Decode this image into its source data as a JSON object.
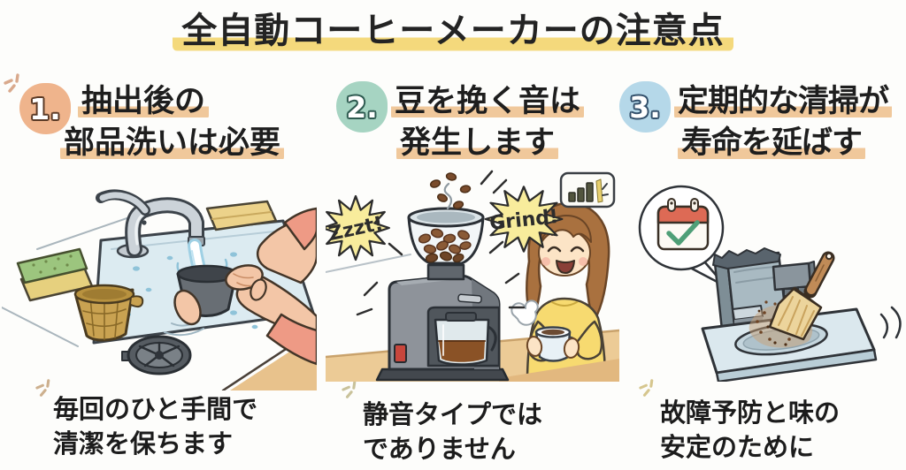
{
  "page": {
    "title": "全自動コーヒーメーカーの注意点"
  },
  "sections": [
    {
      "number": "1.",
      "heading_lines": [
        "抽出後の",
        "部品洗いは必要"
      ],
      "caption_lines": [
        "毎回のひと手間で",
        "清潔を保ちます"
      ],
      "illustration": "washing-parts-in-sink"
    },
    {
      "number": "2.",
      "heading_lines": [
        "豆を挽く音は",
        "発生します"
      ],
      "caption_lines": [
        "静音タイプでは",
        "でありません"
      ],
      "sound_bubbles": [
        "Zzzt!",
        "Grind!"
      ],
      "illustration": "grinder-noise-with-woman"
    },
    {
      "number": "3.",
      "heading_lines": [
        "定期的な清掃が",
        "寿命を延ばす"
      ],
      "caption_lines": [
        "故障予防と味の",
        "安定のために"
      ],
      "illustration": "brush-cleaning-machine"
    }
  ],
  "icons": {
    "volume": "volume-bars-icon",
    "calendar": "calendar-check-icon",
    "sparkle": "sparkle-icon"
  },
  "colors": {
    "title_highlight": "#f4d97c",
    "heading_highlight": "#f0c89b",
    "badge_1_fill": "#efb48c",
    "badge_2_fill": "#a6d4c2",
    "badge_3_fill": "#b5d8e9",
    "sound_bubble_fill": "#f8ec9c",
    "ink": "#262626"
  }
}
